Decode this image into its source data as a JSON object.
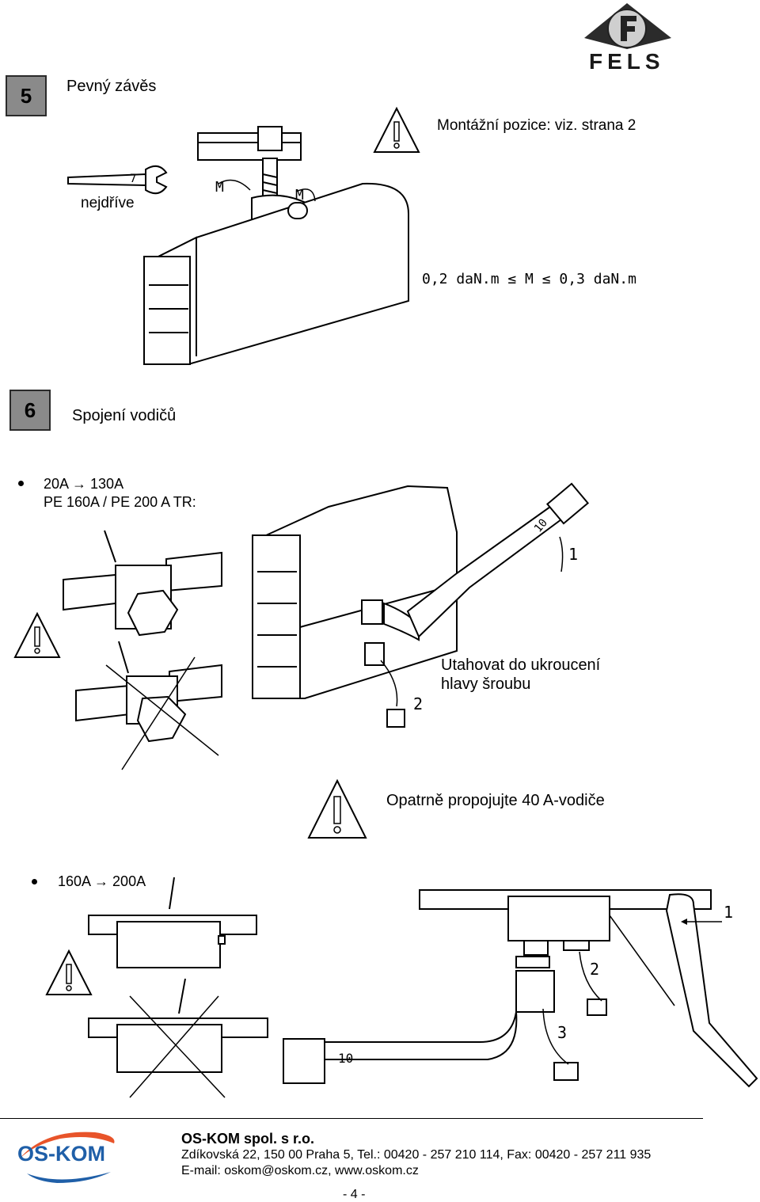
{
  "header": {
    "logo_text": "FELS",
    "logo_letter": "F"
  },
  "step5": {
    "number": "5",
    "title": "Pevný závěs",
    "warning_text": "Montážní pozice: viz. strana 2",
    "first_label": "nejdříve",
    "wrench_size": "7",
    "torque_label": "M",
    "torque_range": "0,2 daN.m ≤ M ≤ 0,3 daN.m"
  },
  "step6": {
    "number": "6",
    "title": "Spojení vodičů",
    "bullet1_line1": "20A → 130A",
    "bullet1_line2": "PE 160A / PE 200 A TR:",
    "wrench_size": "10",
    "callout_1": "1",
    "callout_2": "2",
    "instruction_line1": "Utahovat do ukroucení",
    "instruction_line2": "hlavy šroubu",
    "caution": "Opatrně propojujte 40 A-vodiče",
    "bullet2": "160A → 200A",
    "callout_b1": "1",
    "callout_b2": "2",
    "callout_b3": "3",
    "wrench_size_b": "10"
  },
  "footer": {
    "logo_text": "OS-KOM",
    "company": "OS-KOM spol. s r.o.",
    "address": "Zdíkovská 22, 150 00  Praha 5, Tel.: 00420 - 257 210 114, Fax: 00420 - 257 211 935",
    "contact": "E-mail: oskom@oskom.cz, www.oskom.cz",
    "page_number": "- 4 -"
  },
  "colors": {
    "step_box": "#8a8a8a",
    "oskom_blue": "#1f5fa8",
    "oskom_orange": "#e8542a"
  }
}
